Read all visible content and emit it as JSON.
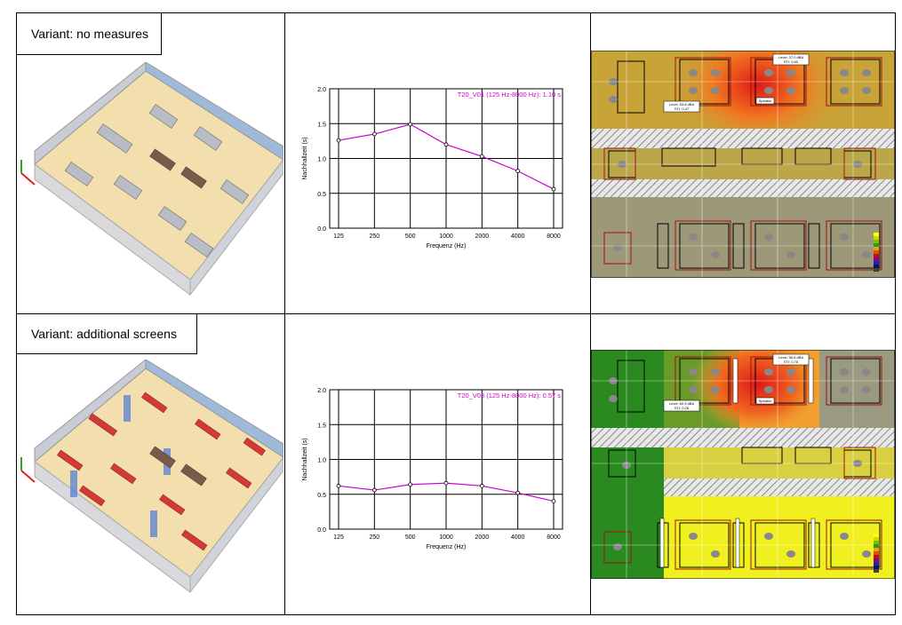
{
  "variants": [
    {
      "label": "Variant: no measures",
      "chart_data": {
        "type": "line",
        "annotation": "T20_V01 (125 Hz-8000 Hz): 1.10 s",
        "xlabel": "Frequenz (Hz)",
        "ylabel": "Nachhallzeit (s)",
        "categories": [
          "125",
          "250",
          "500",
          "1000",
          "2000",
          "4000",
          "8000"
        ],
        "values": [
          1.26,
          1.35,
          1.49,
          1.2,
          1.03,
          0.82,
          0.56
        ],
        "yticks": [
          "0.0",
          "0.5",
          "1.0",
          "1.5",
          "2.0"
        ],
        "ylim": [
          0,
          2
        ],
        "grid": true,
        "color": "#cc00cc"
      },
      "map": {
        "top_level": "Level: 37.0 dBA",
        "top_sti": "STI: 0.60",
        "left_level": "Level: 53.8 dBA",
        "left_sti": "STI: 0.47",
        "speaker": "Speaker"
      }
    },
    {
      "label": "Variant: additional screens",
      "chart_data": {
        "type": "line",
        "annotation": "T20_V03 (125 Hz-8000 Hz): 0.57 s",
        "xlabel": "Frequenz (Hz)",
        "ylabel": "Nachhallzeit (s)",
        "categories": [
          "125",
          "250",
          "500",
          "1000",
          "2000",
          "4000",
          "8000"
        ],
        "values": [
          0.62,
          0.56,
          0.64,
          0.66,
          0.62,
          0.52,
          0.4
        ],
        "yticks": [
          "0.0",
          "0.5",
          "1.0",
          "1.5",
          "2.0"
        ],
        "ylim": [
          0,
          2
        ],
        "grid": true,
        "color": "#cc00cc"
      },
      "map": {
        "top_level": "Level: 56.8 dBA",
        "top_sti": "STI: 0.75",
        "left_level": "Level: 60.9 dBA",
        "left_sti": "STI: 0.26",
        "speaker": "Speaker"
      }
    }
  ],
  "colors": {
    "grid_line": "#000000",
    "series": "#cc00cc"
  }
}
